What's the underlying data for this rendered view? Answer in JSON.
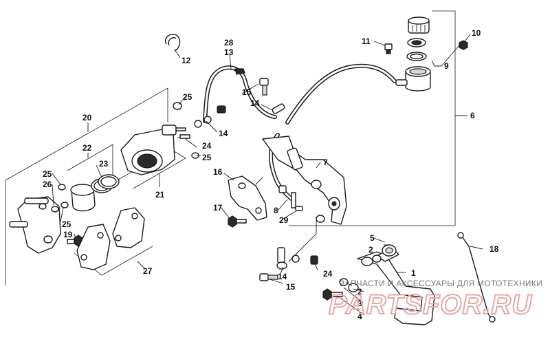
{
  "callouts": {
    "c1": "1",
    "c2a": "2",
    "c2b": "2",
    "c3": "3",
    "c4": "4",
    "c5": "5",
    "c6": "6",
    "c7": "7",
    "c8": "8",
    "c9": "9",
    "c10": "10",
    "c11": "11",
    "c12": "12",
    "c13": "13",
    "c14a": "14",
    "c14b": "14",
    "c14c": "14",
    "c15a": "15",
    "c15b": "15",
    "c16": "16",
    "c17": "17",
    "c18": "18",
    "c19": "19",
    "c20": "20",
    "c21": "21",
    "c22": "22",
    "c23": "23",
    "c24a": "24",
    "c24b": "24",
    "c25a": "25",
    "c25b": "25",
    "c25c": "25",
    "c25d": "25",
    "c26": "26",
    "c27": "27",
    "c28": "28",
    "c29": "29"
  },
  "watermark": {
    "caption": "ЗАПЧАСТИ И АКСЕССУАРЫ ДЛЯ МОТОТЕХНИКИ",
    "logo": "PARTSFOR.RU"
  },
  "colors": {
    "ink": "#1a1a1a",
    "paper": "#ffffff",
    "watermark_logo": "#e8a6a6",
    "watermark_text": "#7a7a7a"
  }
}
